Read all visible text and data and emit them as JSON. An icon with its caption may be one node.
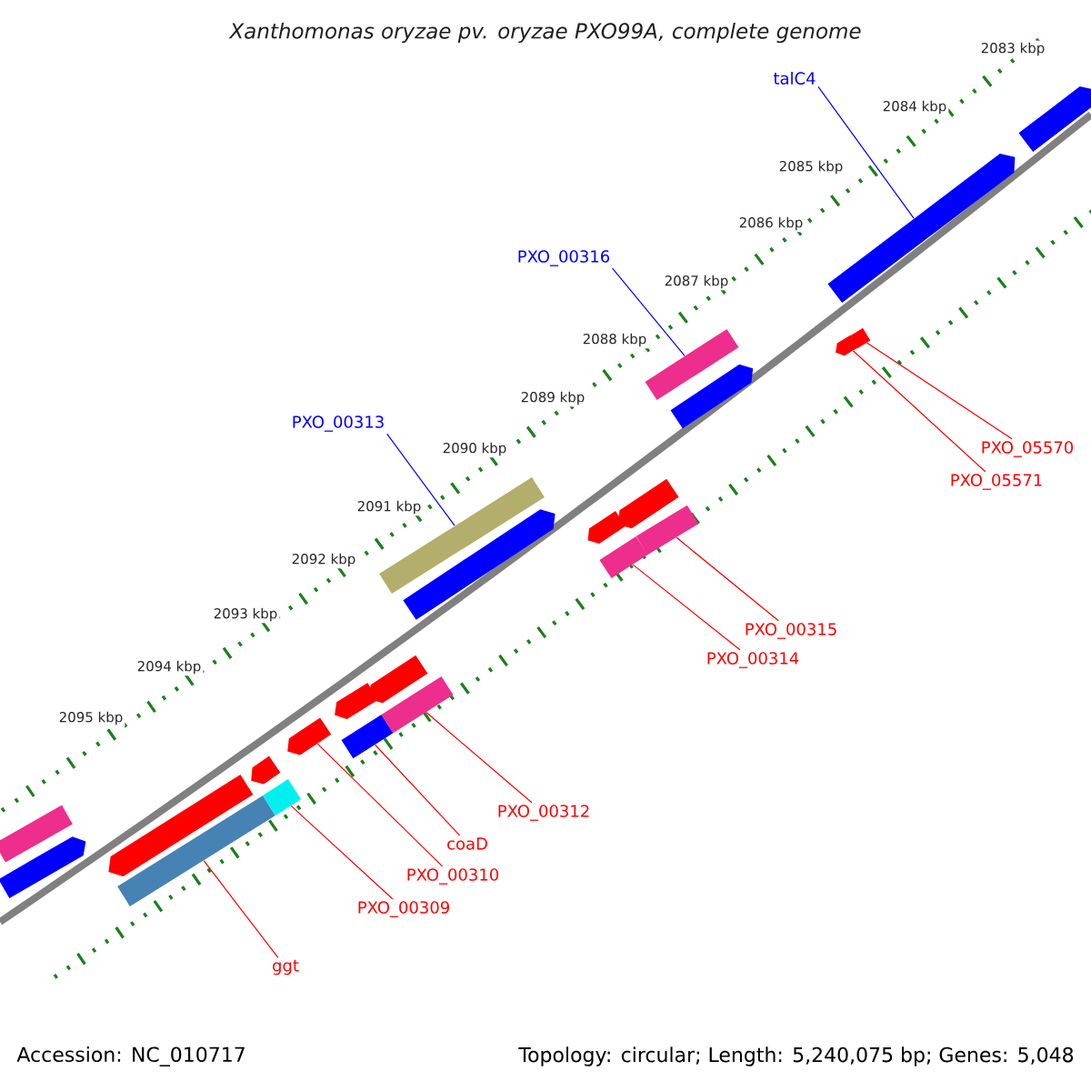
{
  "diagram": {
    "title": "Xanthomonas oryzae pv. oryzae PXO99A, complete genome",
    "nodes": [
      {
        "text": [
          "talC4"
        ]
      },
      {
        "text": [
          "PXO_00316"
        ]
      },
      {
        "text": [
          "PXO_00313"
        ]
      },
      {
        "text": [
          "PXO_05570"
        ]
      },
      {
        "text": [
          "PXO_05571"
        ]
      },
      {
        "text": [
          "PXO_00315"
        ]
      },
      {
        "text": [
          "PXO_00314"
        ]
      },
      {
        "text": [
          "PXO_00312"
        ]
      },
      {
        "text": [
          "coaD"
        ]
      },
      {
        "text": [
          "PXO_00310"
        ]
      },
      {
        "text": [
          "PXO_00309"
        ]
      },
      {
        "text": [
          "ggt"
        ]
      },
      {
        "text": [],
        "shape": "bar"
      },
      {
        "text": [],
        "shape": "pentagon"
      },
      {
        "text": [],
        "shape": "pentagon"
      },
      {
        "text": [],
        "shape": "bar"
      },
      {
        "text": [],
        "shape": "pentagon"
      },
      {
        "text": [],
        "shape": "bar"
      },
      {
        "text": [],
        "shape": "pentagon"
      },
      {
        "text": [],
        "shape": "pentagon"
      },
      {
        "text": [],
        "shape": "bar"
      },
      {
        "text": [],
        "shape": "pentagon"
      },
      {
        "text": [],
        "shape": "bar"
      },
      {
        "text": [],
        "shape": "bar"
      },
      {
        "text": [],
        "shape": "pentagon"
      },
      {
        "text": [],
        "shape": "pentagon"
      },
      {
        "text": [],
        "shape": "bar"
      },
      {
        "text": [],
        "shape": "pentagon"
      },
      {
        "text": [],
        "shape": "bar"
      },
      {
        "text": [],
        "shape": "bar"
      },
      {
        "text": [],
        "shape": "pentagon"
      },
      {
        "text": [],
        "shape": "pentagon"
      },
      {
        "text": [],
        "shape": "pentagon"
      },
      {
        "text": [],
        "shape": "pentagon"
      },
      {
        "text": [],
        "shape": "pentagon"
      }
    ],
    "edges": [
      {
        "from": 0,
        "to": 31,
        "arrow": "none",
        "color": "#0000ff"
      },
      {
        "from": 1,
        "to": 29,
        "arrow": "none",
        "color": "#0000ff"
      },
      {
        "from": 2,
        "to": 23,
        "arrow": "none",
        "color": "#0000ff"
      },
      {
        "from": 3,
        "to": 33,
        "arrow": "none"
      },
      {
        "from": 4,
        "to": 32,
        "arrow": "none"
      },
      {
        "from": 5,
        "to": 28,
        "arrow": "none"
      },
      {
        "from": 6,
        "to": 26,
        "arrow": "none"
      },
      {
        "from": 7,
        "to": 22,
        "arrow": "none"
      },
      {
        "from": 8,
        "to": 20,
        "arrow": "none"
      },
      {
        "from": 9,
        "to": 18,
        "arrow": "none"
      },
      {
        "from": 10,
        "to": 17,
        "arrow": "none"
      },
      {
        "from": 11,
        "to": 15,
        "arrow": "none"
      }
    ],
    "labels": [
      "2083 kbp",
      "2084 kbp",
      "2085 kbp",
      "2086 kbp",
      "2087 kbp",
      "2088 kbp",
      "2089 kbp",
      "2090 kbp",
      "2091 kbp",
      "2092 kbp",
      "2093 kbp",
      "2094 kbp",
      "2095 kbp",
      "Accession: NC_010717",
      "Topology: circular; Length: 5,240,075 bp; Genes: 5,048"
    ]
  }
}
